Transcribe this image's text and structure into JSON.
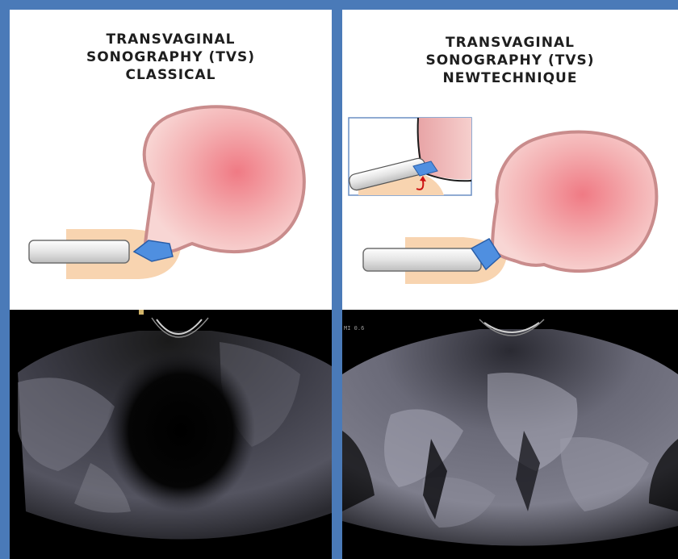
{
  "left_panel": {
    "title_lines": [
      "TRANSVAGINAL",
      "SONOGRAPHY (TVS)",
      "CLASSICAL"
    ]
  },
  "right_panel": {
    "title_lines": [
      "TRANSVAGINAL",
      "SONOGRAPHY (TVS)",
      "NEWTECHNIQUE"
    ],
    "scan_overlay_text": "MI 0.6"
  },
  "colors": {
    "border": "#4a7ab8",
    "uterus_fill": "#f08a8f",
    "uterus_outline": "#c98c8c",
    "probe_tip": "#4f8fe0",
    "skin": "#f8d4b0",
    "probe_body": "#e8e8e8",
    "arrow": "#cc1111"
  },
  "icons": [
    "ultrasound-probe-icon",
    "uterus-icon",
    "inset-zoom-icon",
    "curved-arrow-icon"
  ]
}
